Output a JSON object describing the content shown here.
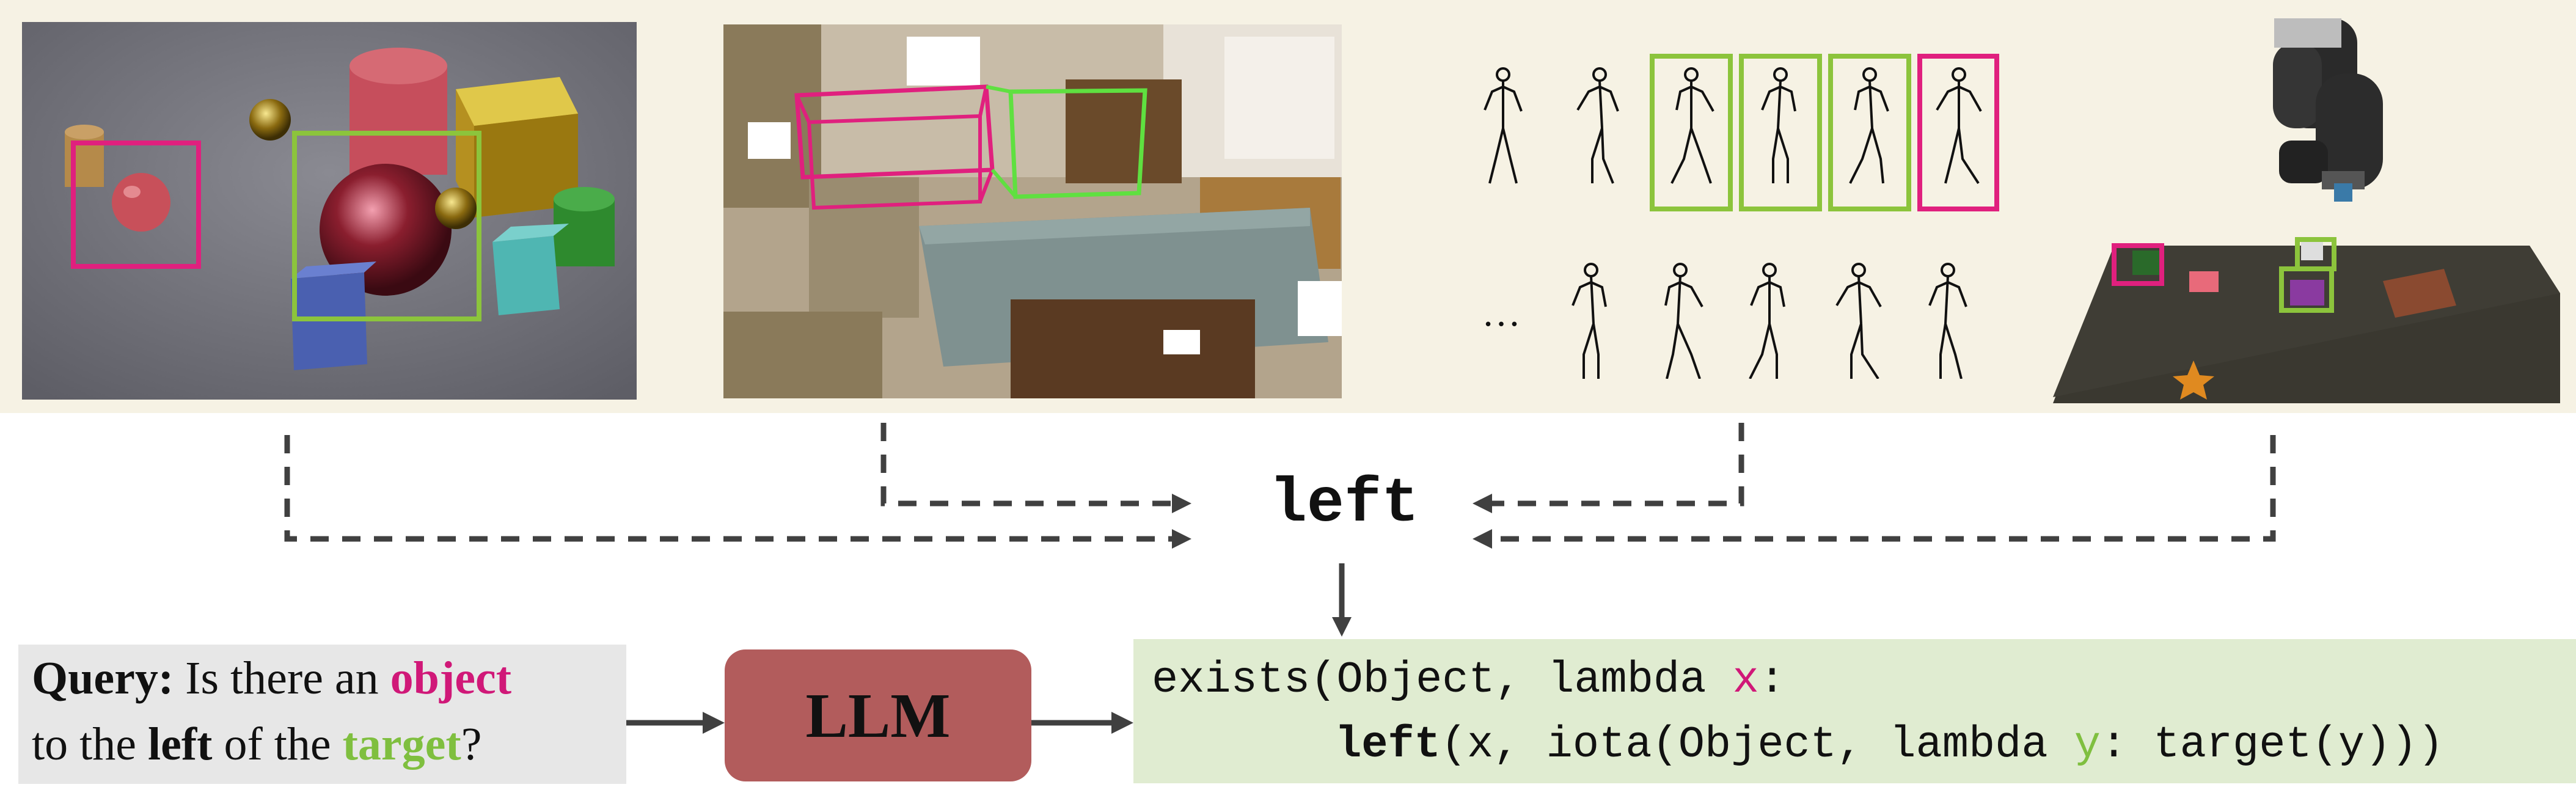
{
  "center_word": "left",
  "ellipsis": "…",
  "query": {
    "label": "Query:",
    "part1": " Is there an ",
    "object": "object",
    "part2_line2_a": "to the ",
    "left": "left",
    "part2_line2_b": " of the ",
    "target": "target",
    "qmark": "?"
  },
  "llm_label": "LLM",
  "program": {
    "l1_a": "exists(Object, lambda ",
    "l1_x": "x",
    "l1_b": ":",
    "l2_left": "left",
    "l2_a": "(x, iota(Object, lambda ",
    "l2_y": "y",
    "l2_b": ": target(y)))"
  },
  "colors": {
    "magenta": "#e0207e",
    "green": "#8cc43c",
    "llm_fill": "#b25c5c",
    "code_fill": "#e0ecd1",
    "query_fill": "#e7e7e7",
    "band_fill": "#f6f2e4"
  }
}
